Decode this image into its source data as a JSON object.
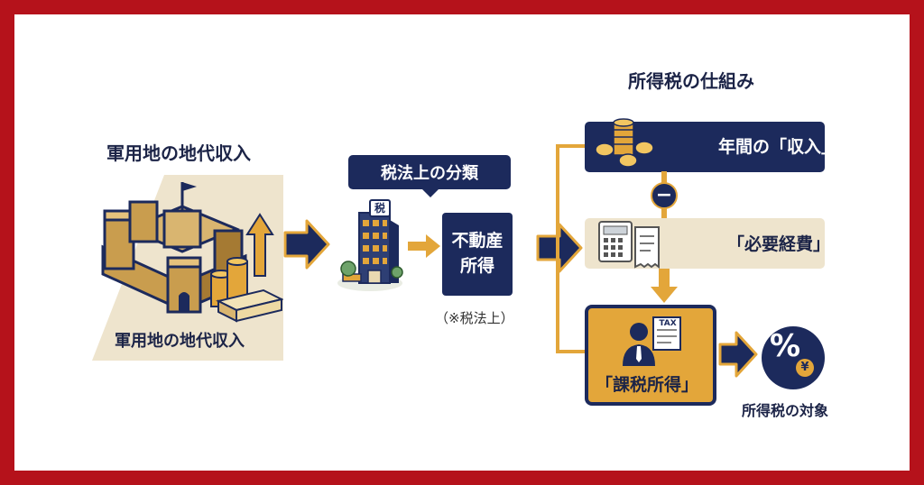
{
  "left": {
    "title": "軍用地の地代収入",
    "caption": "軍用地の地代収入"
  },
  "classification": {
    "bubble": "税法上の分類",
    "building_sign": "税",
    "box_line1": "不動産",
    "box_line2": "所得",
    "note": "（※税法上）"
  },
  "right": {
    "title": "所得税の仕組み",
    "income_label": "年間の「収入」",
    "minus_symbol": "−",
    "expenses_label": "「必要経費」",
    "taxable_label": "「課税所得」",
    "tax_form_text": "TAX",
    "percent_symbol": "%",
    "yen_symbol": "¥",
    "target_label": "所得税の対象"
  },
  "colors": {
    "frame": "#b5121b",
    "navy": "#1c2a5c",
    "gold": "#e3a63a",
    "beige": "#eee4cd"
  }
}
